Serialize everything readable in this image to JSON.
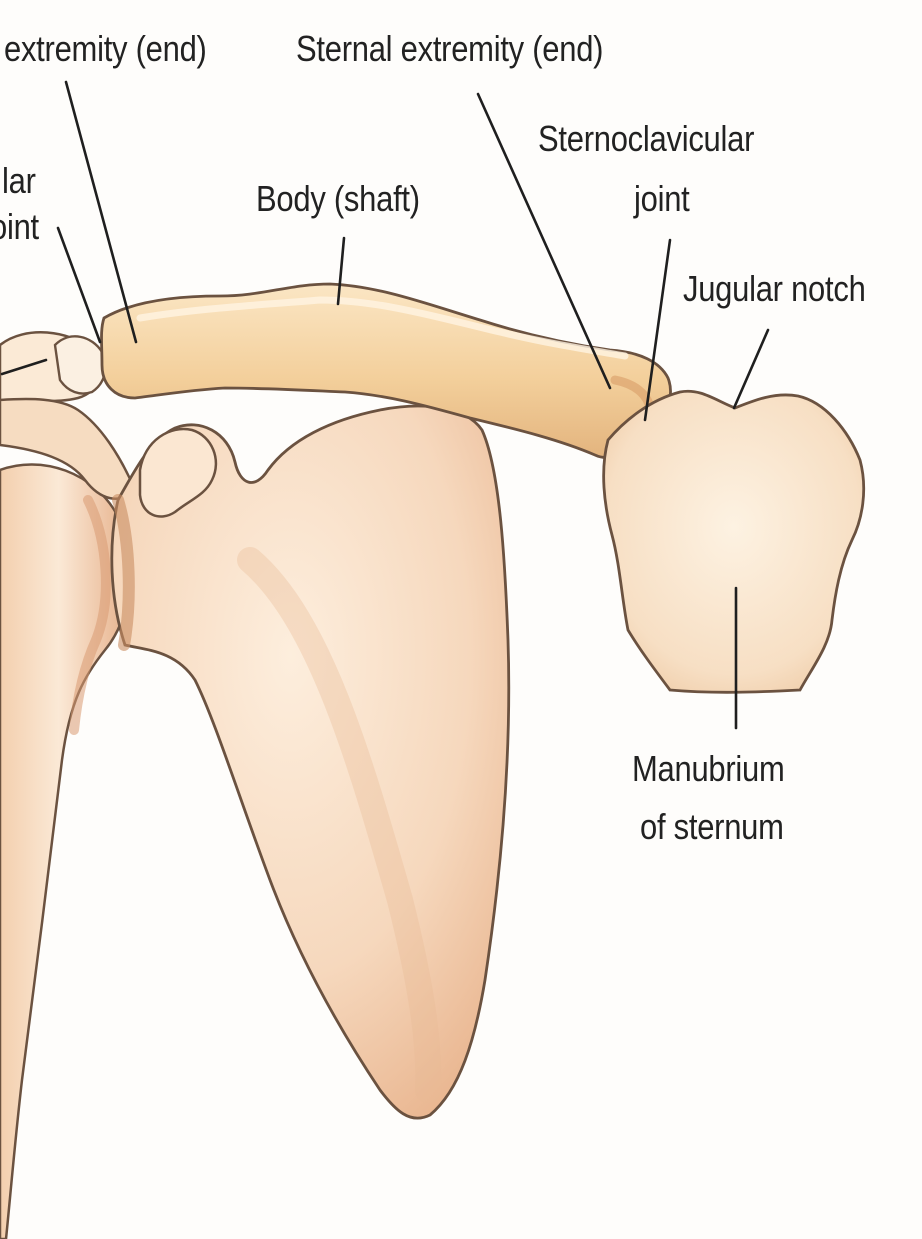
{
  "labels": {
    "acromial_extremity": "extremity (end)",
    "sternal_extremity": "Sternal extremity (end)",
    "acromioclavicular_joint_line1": "lar",
    "acromioclavicular_joint_line2": "oint",
    "sternoclavicular_joint_line1": "Sternoclavicular",
    "sternoclavicular_joint_line2": "joint",
    "body_shaft": "Body (shaft)",
    "jugular_notch": "Jugular notch",
    "manubrium_line1": "Manubrium",
    "manubrium_line2": "of sternum"
  },
  "colors": {
    "background": "#fefdfb",
    "bone_fill": "#f7dcbf",
    "bone_shadow": "#e8b98d",
    "bone_outline": "#5a4636",
    "clavicle_fill": "#f4d5a6",
    "leader_line": "#1f1f1f",
    "label_text": "#222222"
  }
}
